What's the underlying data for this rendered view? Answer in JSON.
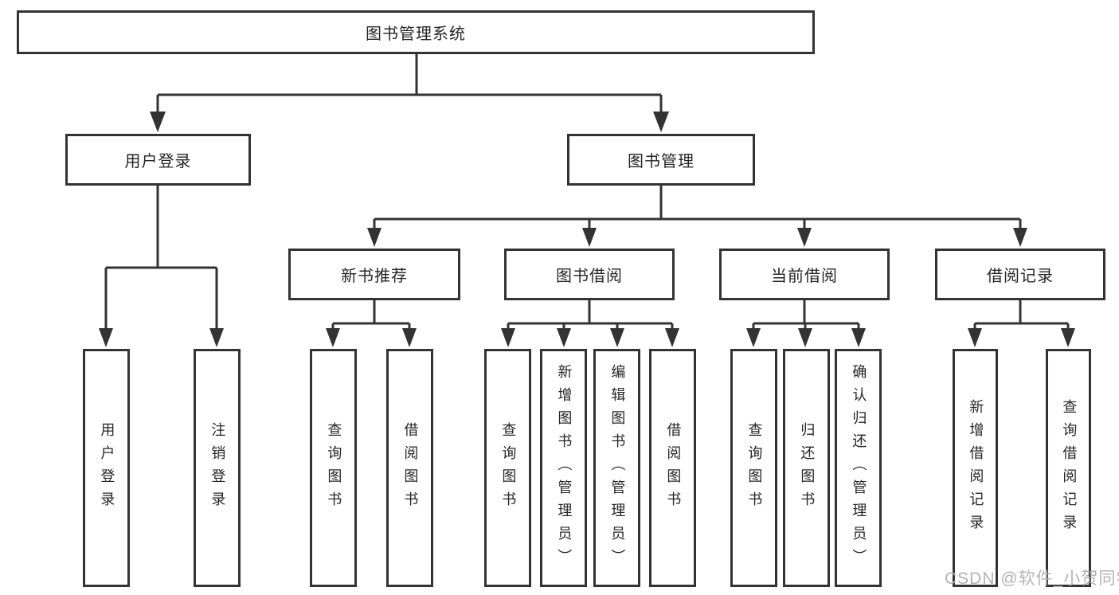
{
  "diagram": {
    "tree": {
      "root": {
        "label": "图书管理系统"
      },
      "level2": [
        {
          "label": "用户登录",
          "children": [
            {
              "label": "用户登录"
            },
            {
              "label": "注销登录"
            }
          ]
        },
        {
          "label": "图书管理"
        }
      ],
      "level3": [
        {
          "label": "新书推荐",
          "children": [
            {
              "label": "查询图书"
            },
            {
              "label": "借阅图书"
            }
          ]
        },
        {
          "label": "图书借阅",
          "children": [
            {
              "label": "查询图书"
            },
            {
              "label": "新增图书（管理员）"
            },
            {
              "label": "编辑图书（管理员）"
            },
            {
              "label": "借阅图书"
            }
          ]
        },
        {
          "label": "当前借阅",
          "children": [
            {
              "label": "查询图书"
            },
            {
              "label": "归还图书"
            },
            {
              "label": "确认归还（管理员）"
            }
          ]
        },
        {
          "label": "借阅记录",
          "children": [
            {
              "label": "新增借阅记录"
            },
            {
              "label": "查询借阅记录"
            }
          ]
        }
      ]
    }
  },
  "watermark": "CSDN @软件_小贺同学",
  "colors": {
    "line": "#333333",
    "box_border": "#333333",
    "box_fill": "#ffffff",
    "text": "#262626",
    "watermark": "#b3b3b3",
    "background": "#ffffff"
  }
}
